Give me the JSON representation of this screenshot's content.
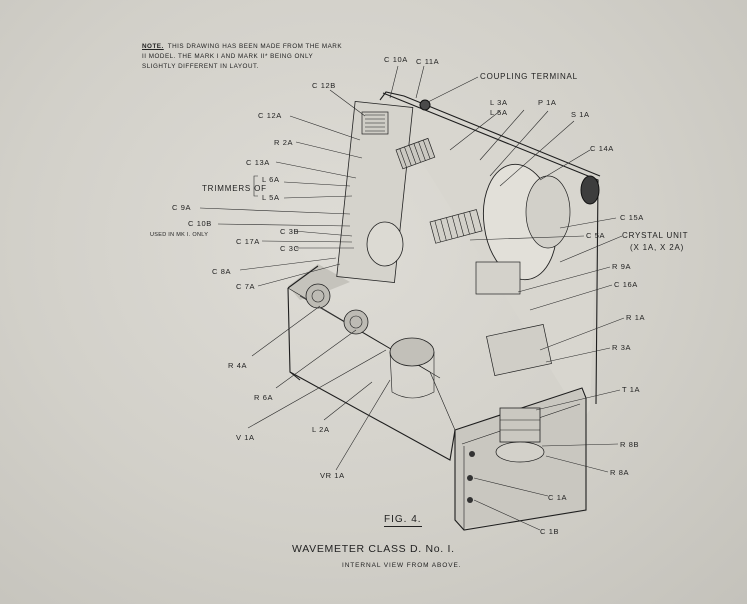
{
  "note": {
    "heading": "NOTE.",
    "text": "THIS DRAWING HAS BEEN MADE FROM THE MARK II MODEL. THE MARK I AND MARK II* BEING ONLY SLIGHTLY DIFFERENT IN LAYOUT."
  },
  "labels": {
    "c10a": "C 10A",
    "c11a": "C 11A",
    "coupling_terminal": "COUPLING TERMINAL",
    "c12b": "C 12B",
    "c12a": "C 12A",
    "l3a": "L 3A",
    "l5a_top": "L 5A",
    "p1a": "P 1A",
    "s1a": "S 1A",
    "r2a": "R 2A",
    "c14a": "C 14A",
    "c13a": "C 13A",
    "trimmers_of": "TRIMMERS OF",
    "l6a": "L 6A",
    "l5a": "L 5A",
    "c9a": "C 9A",
    "c10b": "C 10B",
    "c10b_note": "USED IN MK I. ONLY",
    "c3b": "C 3B",
    "c17a": "C 17A",
    "c3c": "C 3C",
    "c15a": "C 15A",
    "c5a": "C 5A",
    "crystal_unit": "CRYSTAL UNIT",
    "crystal_unit_sub": "(X 1A, X 2A)",
    "c8a": "C 8A",
    "c7a": "C 7A",
    "r9a": "R 9A",
    "c16a": "C 16A",
    "r1a": "R 1A",
    "r4a": "R 4A",
    "r3a": "R 3A",
    "r6a": "R 6A",
    "t1a": "T 1A",
    "v1a": "V 1A",
    "l2a": "L 2A",
    "r8b": "R 8B",
    "vr1a": "VR 1A",
    "r8a": "R 8A",
    "c1a": "C 1A",
    "c1b": "C 1B"
  },
  "figure": {
    "number": "FIG. 4.",
    "title": "WAVEMETER CLASS D. No. I.",
    "subtitle": "INTERNAL VIEW FROM ABOVE."
  }
}
